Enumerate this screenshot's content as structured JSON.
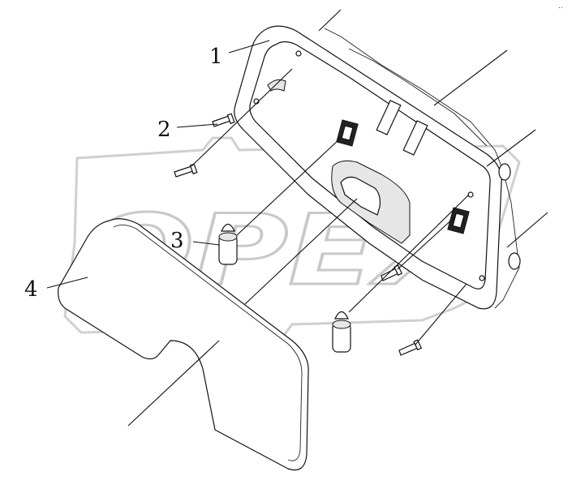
{
  "watermark": {
    "text": "OPEX",
    "color": "#c9c9c9"
  },
  "corner_mark": "..",
  "callouts": [
    {
      "id": "1",
      "label": "1"
    },
    {
      "id": "2",
      "label": "2"
    },
    {
      "id": "3",
      "label": "3"
    },
    {
      "id": "4",
      "label": "4"
    }
  ],
  "colors": {
    "line": "#111111",
    "background": "#ffffff"
  }
}
